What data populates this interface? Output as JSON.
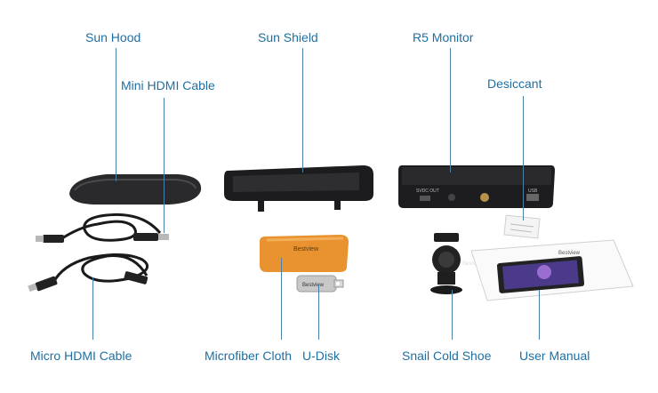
{
  "colors": {
    "label": "#1f6fa3",
    "line": "#4a7fa8",
    "cloth": "#e8932f",
    "device": "#1d1d1f"
  },
  "labels": {
    "sun_hood": "Sun Hood",
    "mini_hdmi": "Mini HDMI Cable",
    "sun_shield": "Sun Shield",
    "r5_monitor": "R5 Monitor",
    "desiccant": "Desiccant",
    "micro_hdmi": "Micro HDMI Cable",
    "microfiber_cloth": "Microfiber Cloth",
    "u_disk": "U-Disk",
    "snail_cold_shoe": "Snail Cold Shoe",
    "user_manual": "User Manual"
  },
  "product_text": {
    "monitor_port_left": "SVDC OUT",
    "monitor_port_right": "USB",
    "cloth_brand": "Bestview",
    "disk_brand": "Bestview",
    "manual_brand": "Bestview"
  }
}
